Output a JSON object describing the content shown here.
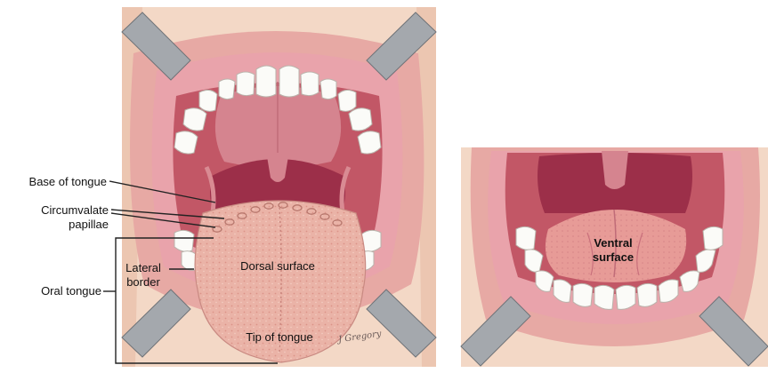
{
  "figure": {
    "labels": {
      "base_of_tongue": "Base of tongue",
      "circumvallate_1": "Circumvalate",
      "circumvallate_2": "papillae",
      "oral_tongue": "Oral tongue",
      "lateral_1": "Lateral",
      "lateral_2": "border",
      "dorsal_surface": "Dorsal surface",
      "tip_of_tongue": "Tip of tongue",
      "ventral_1": "Ventral",
      "ventral_2": "surface"
    },
    "signature": "J Gregory",
    "colors": {
      "skin": "#f3d8c6",
      "lip": "#e7a9a4",
      "gum": "#e9a3ab",
      "palate": "#d5848f",
      "throat": "#9c2f49",
      "tongue": "#eab3a7",
      "teeth": "#fbfbf8",
      "retractor": "#a4a8ad",
      "line": "#222222"
    }
  }
}
